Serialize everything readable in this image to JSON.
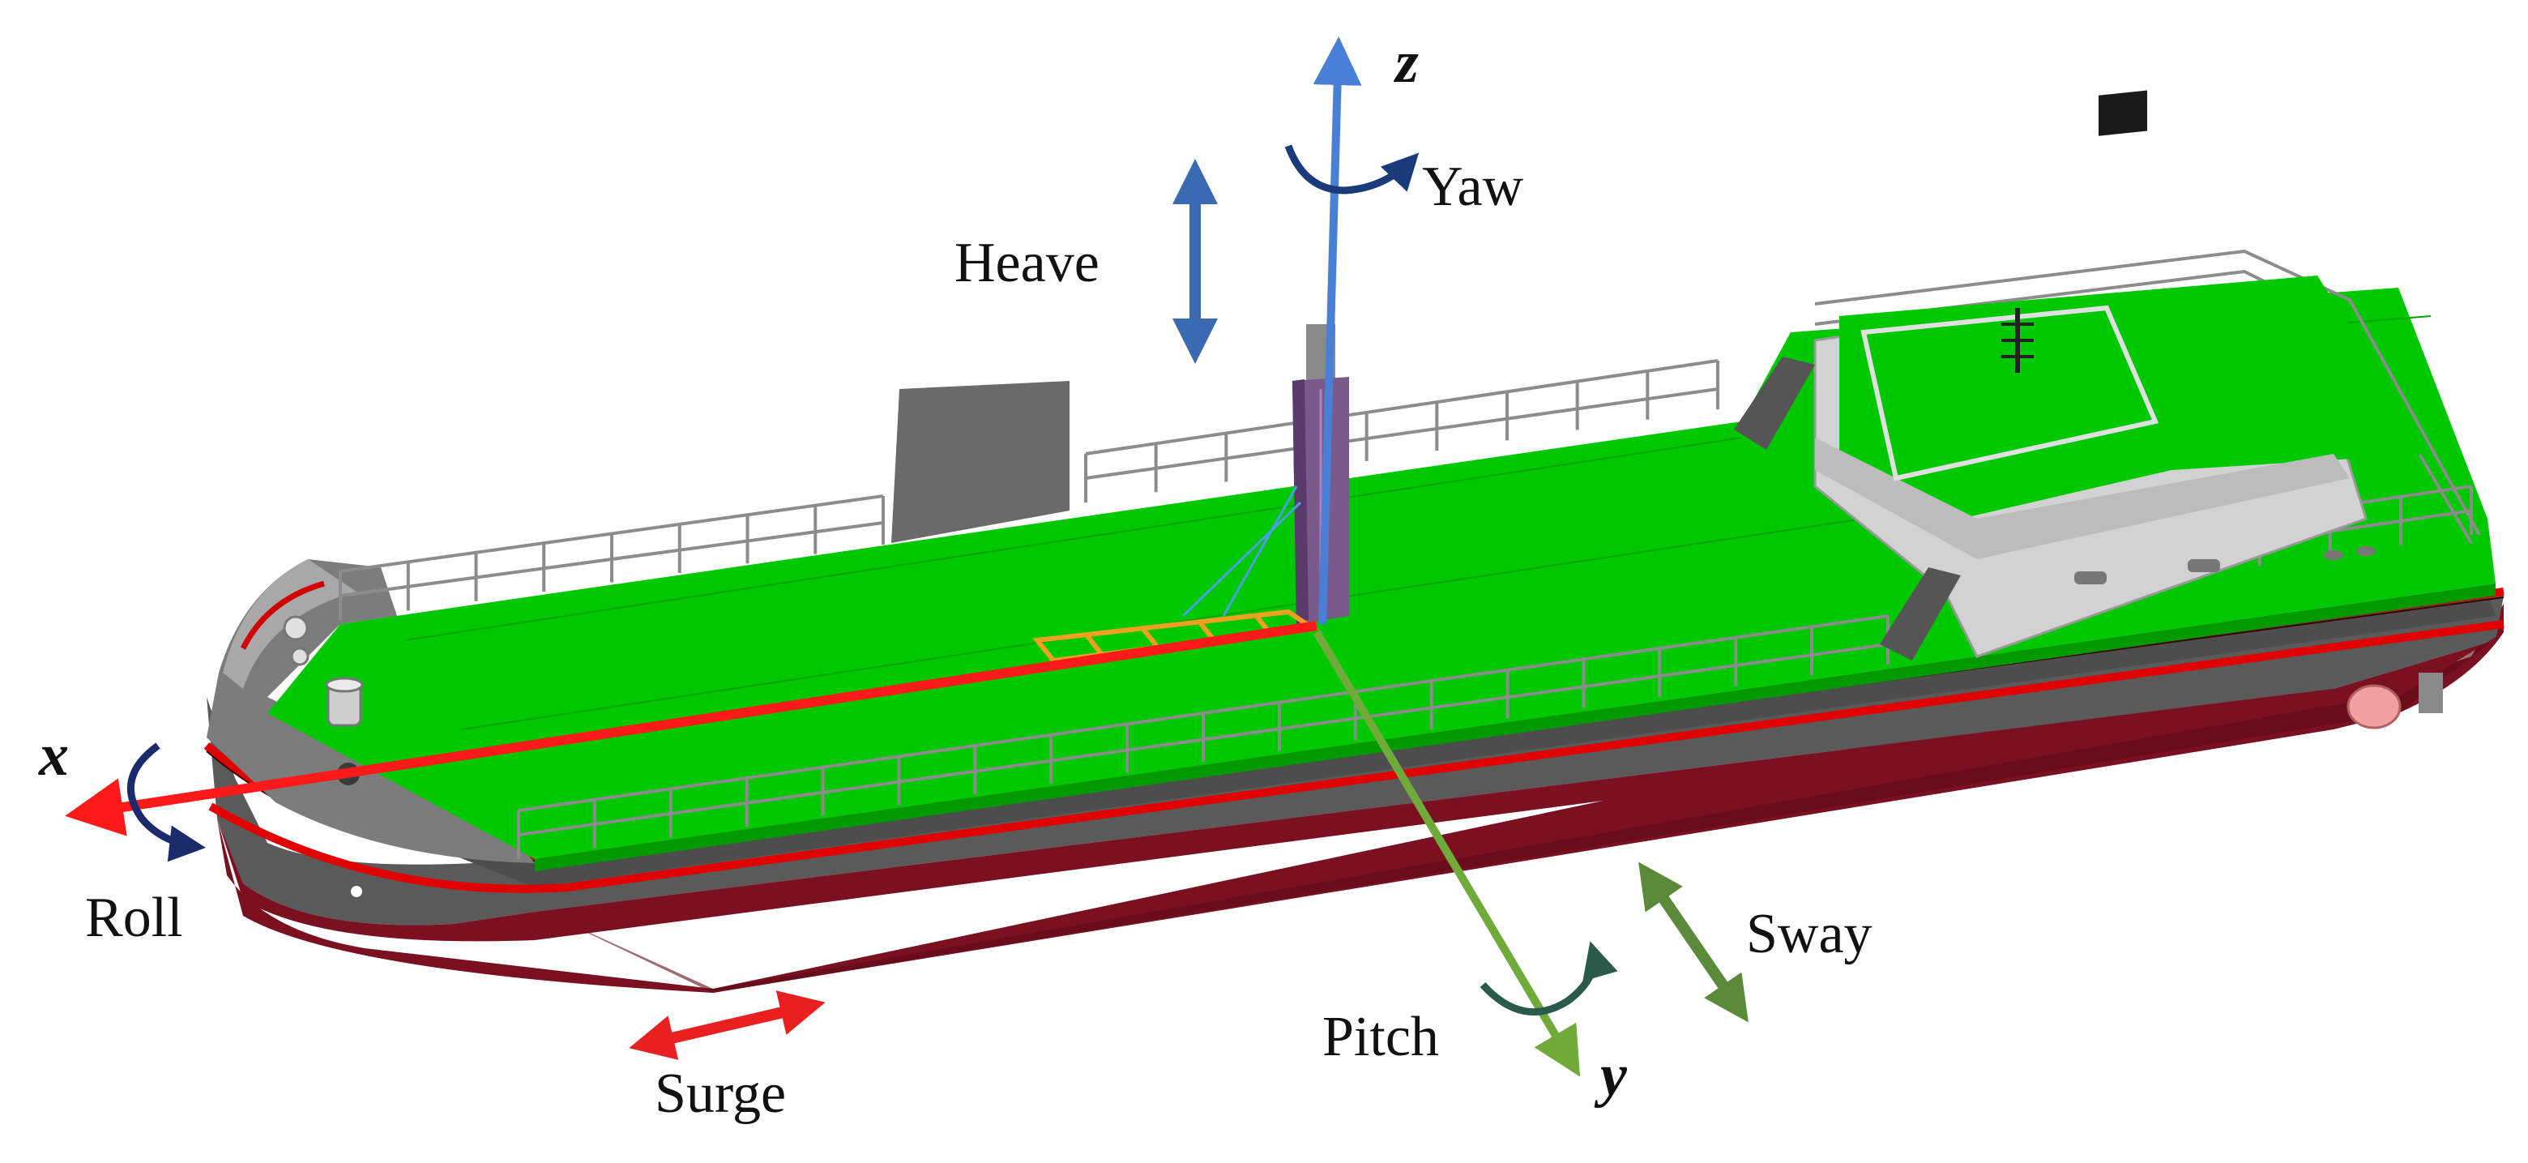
{
  "figure": {
    "axes": {
      "x": "x",
      "y": "y",
      "z": "z"
    },
    "motions": {
      "surge": "Surge",
      "sway": "Sway",
      "heave": "Heave",
      "roll": "Roll",
      "pitch": "Pitch",
      "yaw": "Yaw"
    }
  },
  "colors": {
    "deck": "#00c800",
    "hull_side": "#5a5a5a",
    "hull_bottom": "#7a1020",
    "stripe": "#e00000",
    "superstructure": "#d2d2d2",
    "x_axis": "#ff1a1a",
    "y_axis": "#6faa3a",
    "z_axis": "#4a7fd6",
    "surge_arrow": "#e82020",
    "sway_arrow": "#5a8a3a",
    "heave_arrow": "#3a6ab0",
    "roll_arrow": "#1a2a6a",
    "pitch_arrow": "#2a5a4a",
    "yaw_arrow": "#1a3a7a"
  }
}
